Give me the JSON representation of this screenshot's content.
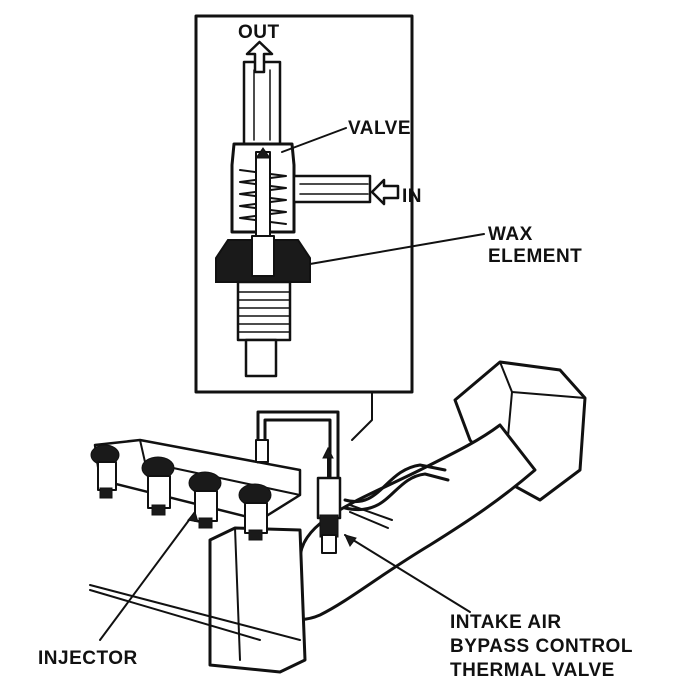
{
  "labels": {
    "out": "OUT",
    "valve": "VALVE",
    "in": "IN",
    "wax_line1": "WAX",
    "wax_line2": "ELEMENT",
    "injector": "INJECTOR",
    "intake_line1": "INTAKE AIR",
    "intake_line2": "BYPASS CONTROL",
    "intake_line3": "THERMAL VALVE"
  },
  "colors": {
    "ink": "#111111",
    "paper": "#ffffff"
  }
}
